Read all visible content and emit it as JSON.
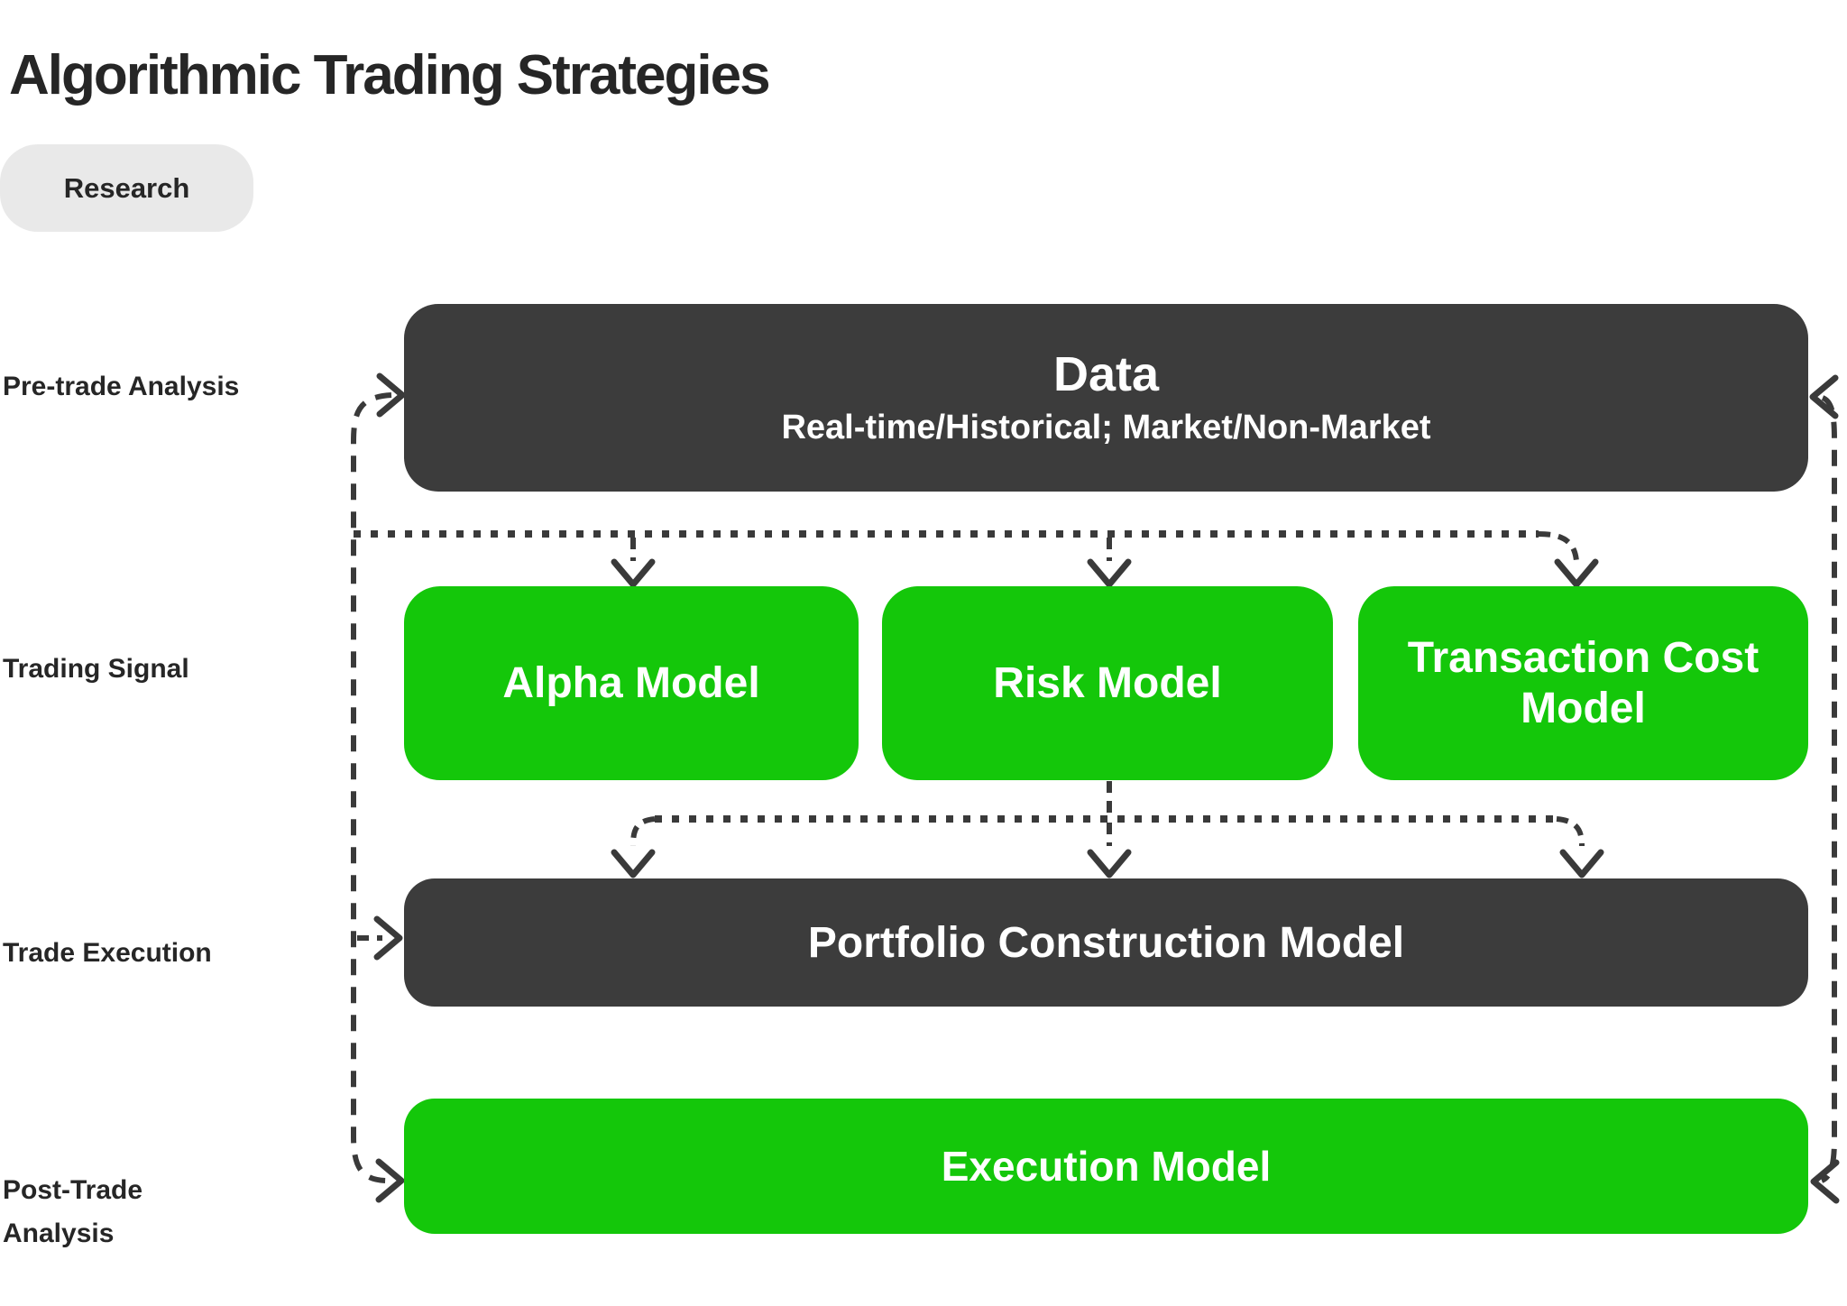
{
  "title": "Algorithmic Trading Strategies",
  "legend": {
    "research_label": "Research"
  },
  "rows": [
    {
      "label": "Pre-trade Analysis"
    },
    {
      "label": "Trading Signal"
    },
    {
      "label": "Trade Execution"
    },
    {
      "label": "Post-Trade Analysis"
    }
  ],
  "nodes": {
    "data": {
      "title": "Data",
      "subtitle": "Real-time/Historical; Market/Non-Market"
    },
    "alpha": {
      "label": "Alpha Model"
    },
    "risk": {
      "label": "Risk Model"
    },
    "tcost": {
      "label": "Transaction Cost Model"
    },
    "portfolio": {
      "label": "Portfolio Construction Model"
    },
    "execution": {
      "label": "Execution Model"
    }
  },
  "colors": {
    "dark": "#3c3c3c",
    "green": "#14c70a",
    "pill_bg": "#e9e9e9",
    "text_dark": "#262626",
    "connector": "#3a3a3a",
    "white": "#ffffff"
  }
}
